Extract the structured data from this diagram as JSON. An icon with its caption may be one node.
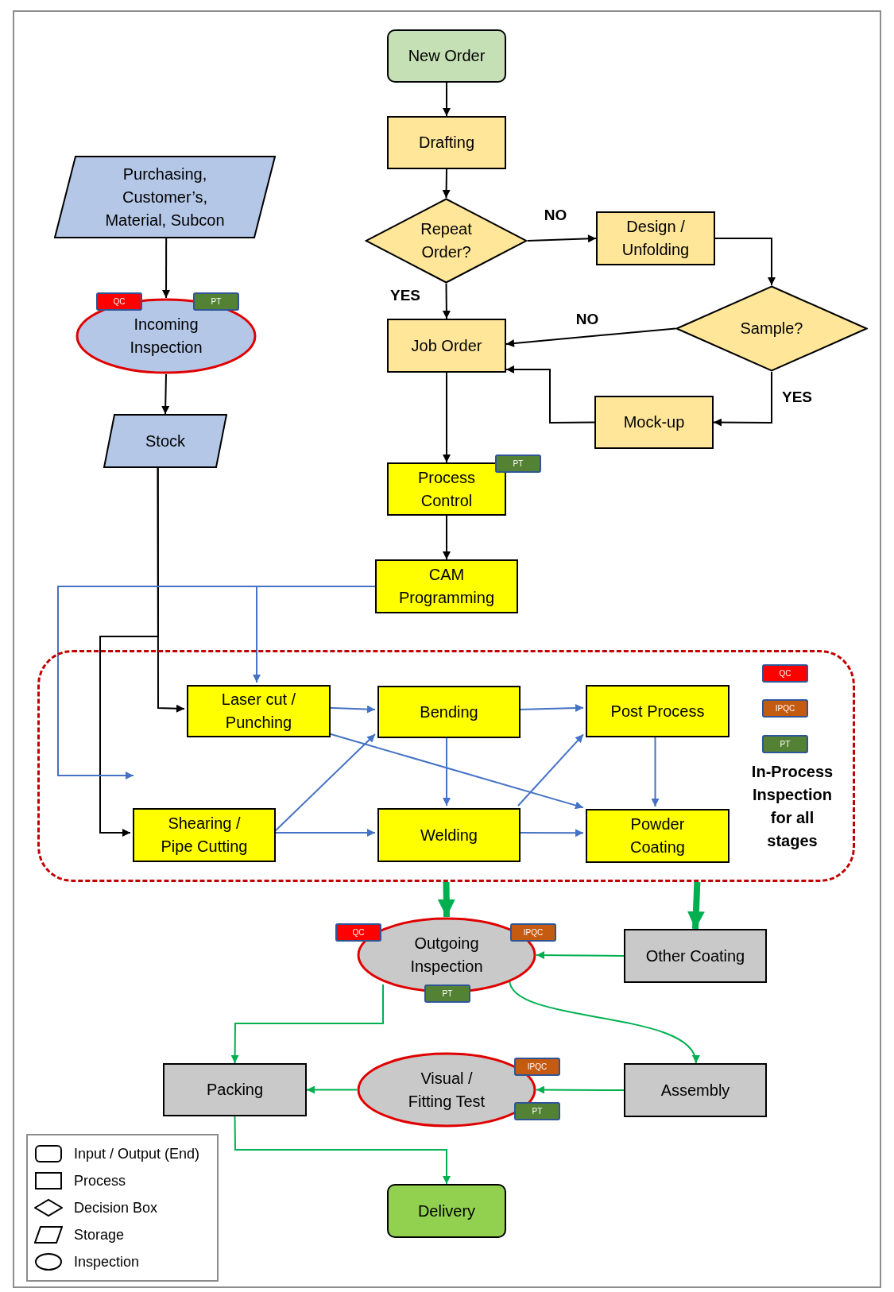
{
  "diagram": {
    "nodes": [
      {
        "text": [
          "New Order"
        ]
      },
      {
        "text": [
          "Drafting"
        ]
      },
      {
        "text": [
          "Purchasing, Customer’s, Material, Subcon"
        ]
      },
      {
        "text": [
          "Repeat Order?"
        ]
      },
      {
        "text": [
          "Design / Unfolding"
        ]
      },
      {
        "text": [
          "Incoming Inspection"
        ]
      },
      {
        "text": [
          "QC"
        ]
      },
      {
        "text": [
          "PT"
        ]
      },
      {
        "text": [
          "Job Order"
        ]
      },
      {
        "text": [
          "Sample?"
        ]
      },
      {
        "text": [
          "Stock"
        ]
      },
      {
        "text": [
          "Mock-up"
        ]
      },
      {
        "text": [
          "Process Control"
        ]
      },
      {
        "text": [
          "PT"
        ]
      },
      {
        "text": [
          "CAM Programming"
        ]
      },
      {
        "text": [
          "In-Process Inspection for all stages"
        ]
      },
      {
        "text": [
          "QC"
        ],
        "in": 15
      },
      {
        "text": [
          "IPQC"
        ],
        "in": 15
      },
      {
        "text": [
          "PT"
        ],
        "in": 15
      },
      {
        "text": [
          "Laser cut / Punching"
        ],
        "in": 15
      },
      {
        "text": [
          "Bending"
        ],
        "in": 15
      },
      {
        "text": [
          "Post Process"
        ],
        "in": 15
      },
      {
        "text": [
          "Shearing / Pipe Cutting"
        ],
        "in": 15
      },
      {
        "text": [
          "Welding"
        ],
        "in": 15
      },
      {
        "text": [
          "Powder Coating"
        ],
        "in": 15
      },
      {
        "text": [
          "Outgoing Inspection"
        ]
      },
      {
        "text": [
          "QC"
        ]
      },
      {
        "text": [
          "IPQC"
        ]
      },
      {
        "text": [
          "PT"
        ]
      },
      {
        "text": [
          "Other Coating"
        ]
      },
      {
        "text": [
          "Packing"
        ]
      },
      {
        "text": [
          "Visual / Fitting Test"
        ]
      },
      {
        "text": [
          "IPQC"
        ]
      },
      {
        "text": [
          "PT"
        ]
      },
      {
        "text": [
          "Assembly"
        ]
      },
      {
        "text": [
          "Delivery"
        ]
      }
    ],
    "edges": [
      {
        "from": 0,
        "to": 1,
        "arrow": "to"
      },
      {
        "from": 1,
        "to": 3,
        "arrow": "to"
      },
      {
        "from": 3,
        "to": 4,
        "arrow": "to",
        "label": "NO"
      },
      {
        "from": 3,
        "to": 8,
        "arrow": "to",
        "label": "YES"
      },
      {
        "from": 4,
        "to": 9,
        "arrow": "to"
      },
      {
        "from": 9,
        "to": 8,
        "arrow": "to",
        "label": "NO"
      },
      {
        "from": 9,
        "to": 11,
        "arrow": "to",
        "label": "YES"
      },
      {
        "from": 11,
        "to": 8,
        "arrow": "to"
      },
      {
        "from": 2,
        "to": 5,
        "arrow": "to"
      },
      {
        "from": 5,
        "to": 10,
        "arrow": "to"
      },
      {
        "from": 10,
        "to": 19,
        "arrow": "to"
      },
      {
        "from": 10,
        "to": 22,
        "arrow": "to"
      },
      {
        "from": 8,
        "to": 12,
        "arrow": "to"
      },
      {
        "from": 12,
        "to": 14,
        "arrow": "to"
      },
      {
        "from": 14,
        "to": 19,
        "arrow": "to",
        "color": "#4472c4"
      },
      {
        "from": 14,
        "to": 22,
        "arrow": "to",
        "color": "#4472c4"
      },
      {
        "from": 19,
        "to": 20,
        "arrow": "to",
        "color": "#4472c4"
      },
      {
        "from": 19,
        "to": 24,
        "arrow": "to",
        "color": "#4472c4"
      },
      {
        "from": 20,
        "to": 21,
        "arrow": "to",
        "color": "#4472c4"
      },
      {
        "from": 20,
        "to": 23,
        "arrow": "to",
        "color": "#4472c4"
      },
      {
        "from": 22,
        "to": 20,
        "arrow": "to",
        "color": "#4472c4"
      },
      {
        "from": 22,
        "to": 23,
        "arrow": "to",
        "color": "#4472c4"
      },
      {
        "from": 23,
        "to": 21,
        "arrow": "to",
        "color": "#4472c4"
      },
      {
        "from": 23,
        "to": 24,
        "arrow": "to",
        "color": "#4472c4"
      },
      {
        "from": 21,
        "to": 24,
        "arrow": "to",
        "color": "#4472c4"
      },
      {
        "from": 15,
        "to": 25,
        "arrow": "to",
        "style": "thick",
        "color": "#00b050"
      },
      {
        "from": 15,
        "to": 29,
        "arrow": "to",
        "style": "thick",
        "color": "#00b050"
      },
      {
        "from": 29,
        "to": 25,
        "arrow": "to",
        "color": "#00b050"
      },
      {
        "from": 25,
        "to": 30,
        "arrow": "to",
        "color": "#00b050"
      },
      {
        "from": 25,
        "to": 34,
        "arrow": "to",
        "color": "#00b050"
      },
      {
        "from": 34,
        "to": 31,
        "arrow": "to",
        "color": "#00b050"
      },
      {
        "from": 31,
        "to": 30,
        "arrow": "to",
        "color": "#00b050"
      },
      {
        "from": 30,
        "to": 35,
        "arrow": "to",
        "color": "#00b050"
      }
    ],
    "legend": [
      {
        "text": "Input / Output (End)"
      },
      {
        "text": "Process"
      },
      {
        "text": "Decision Box"
      },
      {
        "text": "Storage"
      },
      {
        "text": "Inspection"
      }
    ]
  }
}
